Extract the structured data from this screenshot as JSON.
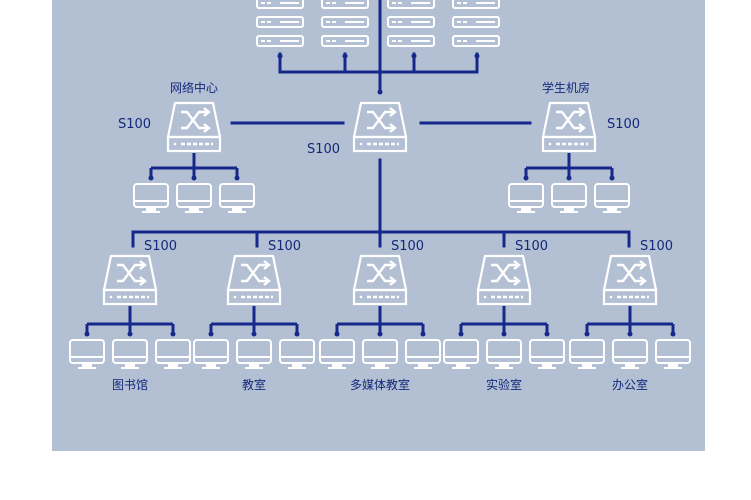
{
  "colors": {
    "panel": "#b3c0d3",
    "line": "#16288a",
    "device": "#ffffff"
  },
  "icons": [
    "server-rack-icon",
    "network-switch-icon",
    "desktop-monitor-icon"
  ],
  "diagram": {
    "core_switch": {
      "model": "S100"
    },
    "left_switch": {
      "area": "网络中心",
      "model": "S100"
    },
    "right_switch": {
      "area": "学生机房",
      "model": "S100"
    },
    "branches": [
      {
        "area": "图书馆",
        "model": "S100"
      },
      {
        "area": "教室",
        "model": "S100"
      },
      {
        "area": "多媒体教室",
        "model": "S100"
      },
      {
        "area": "实验室",
        "model": "S100"
      },
      {
        "area": "办公室",
        "model": "S100"
      }
    ]
  }
}
